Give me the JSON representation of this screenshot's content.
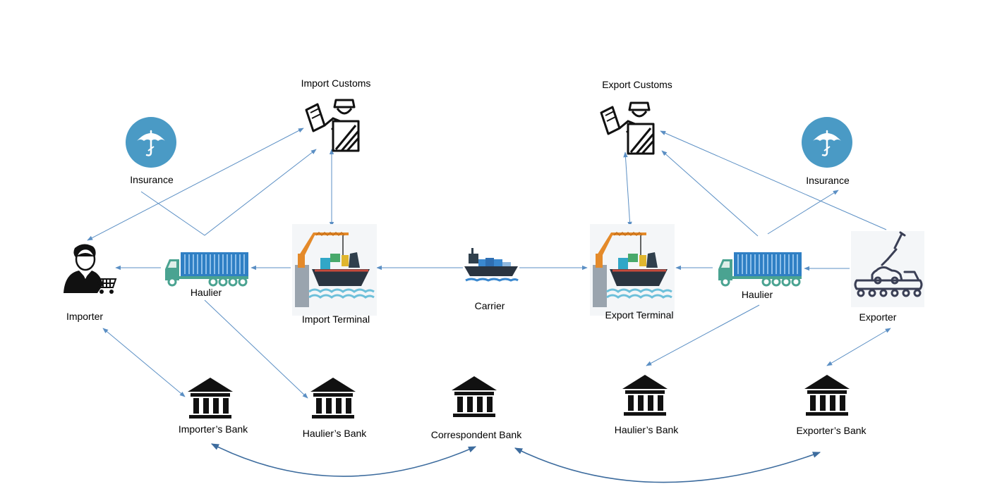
{
  "colors": {
    "arrow": "#5b8fc4",
    "curve_arrow": "#3d6c9e",
    "insurance_circle": "#4a9ac5",
    "container_blue": "#2f7fc4",
    "truck_cab": "#4aa391",
    "ship_hull": "#2a3440",
    "crane": "#e48a2a",
    "icon_black": "#111111"
  },
  "nodes": {
    "import_customs": {
      "label": "Import Customs",
      "icon": "customs-officer-icon"
    },
    "export_customs": {
      "label": "Export Customs",
      "icon": "customs-officer-icon"
    },
    "insurance_left": {
      "label": "Insurance",
      "icon": "umbrella-icon"
    },
    "insurance_right": {
      "label": "Insurance",
      "icon": "umbrella-icon"
    },
    "importer": {
      "label": "Importer",
      "icon": "shopper-icon"
    },
    "haulier_left": {
      "label": "Haulier",
      "icon": "truck-icon"
    },
    "import_terminal": {
      "label": "Import Terminal",
      "icon": "terminal-icon"
    },
    "carrier": {
      "label": "Carrier",
      "icon": "ship-icon"
    },
    "export_terminal": {
      "label": "Export Terminal",
      "icon": "terminal-icon"
    },
    "haulier_right": {
      "label": "Haulier",
      "icon": "truck-icon"
    },
    "exporter": {
      "label": "Exporter",
      "icon": "factory-robot-icon"
    },
    "importers_bank": {
      "label": "Importer’s Bank",
      "icon": "bank-icon"
    },
    "hauliers_bank_left": {
      "label": "Haulier’s Bank",
      "icon": "bank-icon"
    },
    "correspondent_bank": {
      "label": "Correspondent Bank",
      "icon": "bank-icon"
    },
    "hauliers_bank_right": {
      "label": "Haulier’s Bank",
      "icon": "bank-icon"
    },
    "exporters_bank": {
      "label": "Exporter’s Bank",
      "icon": "bank-icon"
    }
  }
}
